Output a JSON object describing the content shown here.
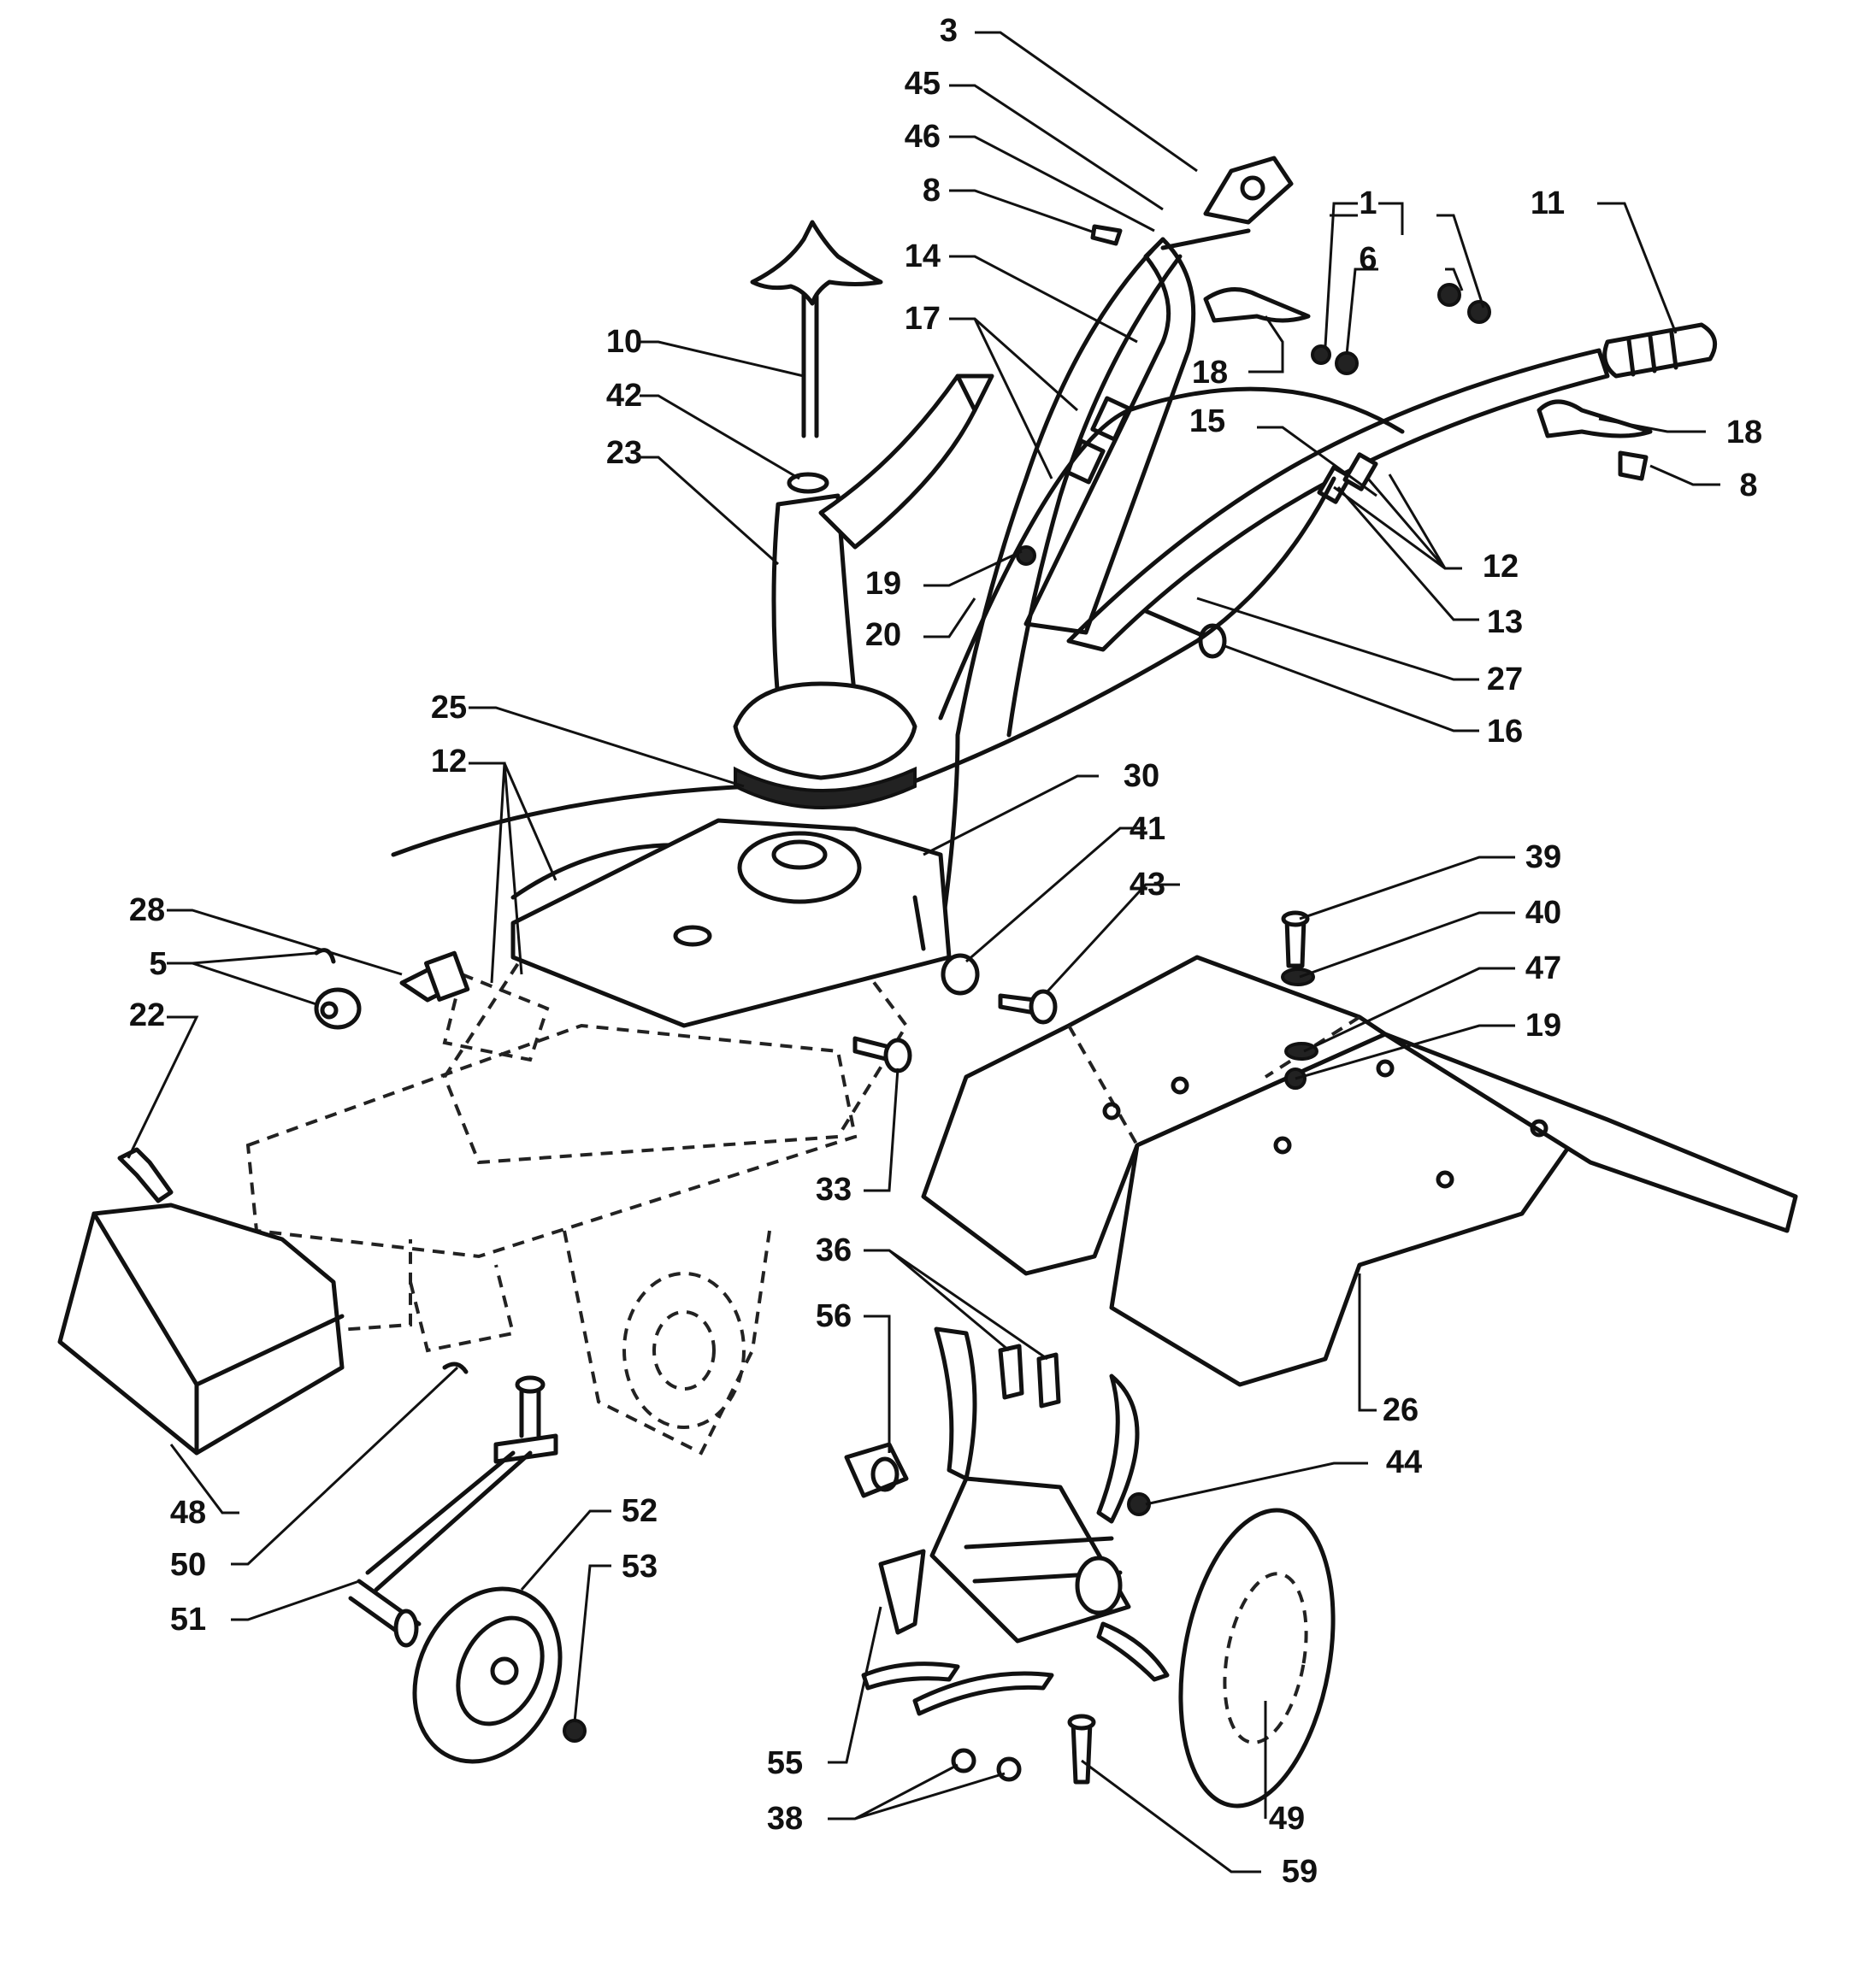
{
  "callouts": {
    "c1": "1",
    "c3": "3",
    "c5": "5",
    "c6": "6",
    "c8a": "8",
    "c8b": "8",
    "c10": "10",
    "c11": "11",
    "c12a": "12",
    "c12b": "12",
    "c13": "13",
    "c14": "14",
    "c15": "15",
    "c16": "16",
    "c17": "17",
    "c18a": "18",
    "c18b": "18",
    "c19a": "19",
    "c19b": "19",
    "c20": "20",
    "c22": "22",
    "c23": "23",
    "c25": "25",
    "c26": "26",
    "c27": "27",
    "c28": "28",
    "c30": "30",
    "c33": "33",
    "c36": "36",
    "c38": "38",
    "c39": "39",
    "c40": "40",
    "c41": "41",
    "c42": "42",
    "c43": "43",
    "c44": "44",
    "c45": "45",
    "c46": "46",
    "c47": "47",
    "c48": "48",
    "c49": "49",
    "c50": "50",
    "c51": "51",
    "c52": "52",
    "c53": "53",
    "c55": "55",
    "c56": "56",
    "c59": "59"
  }
}
